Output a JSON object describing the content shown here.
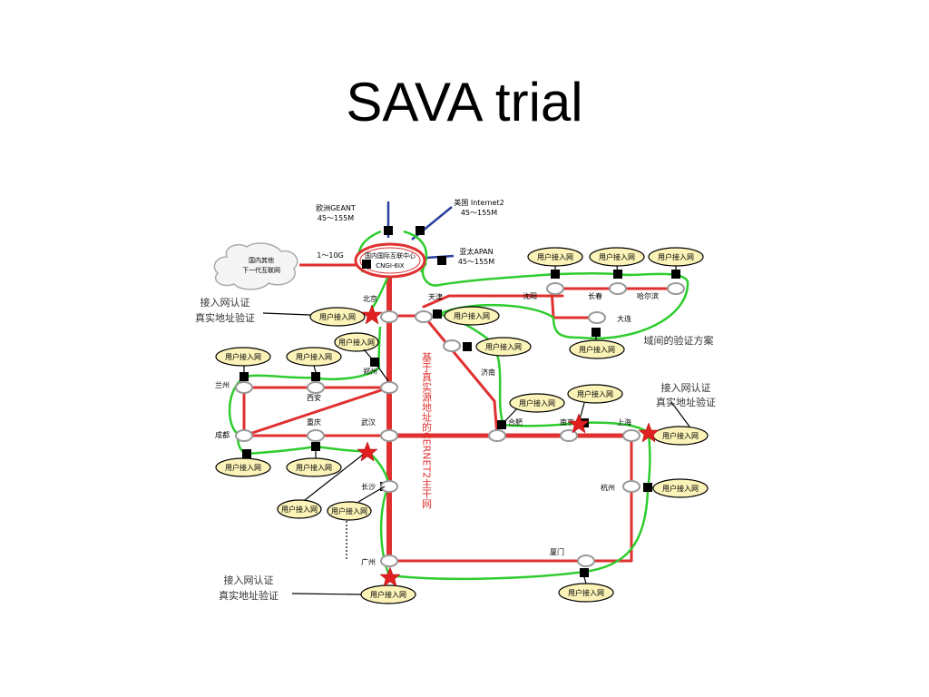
{
  "slide": {
    "title": "SAVA trial"
  },
  "nodes": {
    "beijing": "北京",
    "tianjin": "天津",
    "shenyang": "沈阳",
    "changchun": "长春",
    "harbin": "哈尔滨",
    "dalian": "大连",
    "jinan": "济南",
    "zhengzhou": "郑州",
    "xian": "西安",
    "lanzhou": "兰州",
    "chengdu": "成都",
    "chongqing": "重庆",
    "wuhan": "武汉",
    "hefei": "合肥",
    "nanjing": "南京",
    "shanghai": "上海",
    "hangzhou": "杭州",
    "changsha": "长沙",
    "xiamen": "厦门",
    "guangzhou": "广州"
  },
  "external": {
    "geant": [
      "欧洲GEANT",
      "45～155M"
    ],
    "internet2": [
      "美国 Internet2",
      "45～155M"
    ],
    "apan": [
      "亚太APAN",
      "45～155M"
    ],
    "cloud": [
      "国内其他",
      "下一代互联网"
    ],
    "cloud_link": "1～10G",
    "ix": [
      "国内国际互联中心",
      "CNGI-6IX"
    ]
  },
  "access_net_label": "用户接入网",
  "annotations": {
    "access_auth": [
      "接入网认证",
      "真实地址验证"
    ],
    "inter_domain": "域间的验证方案",
    "backbone_vertical": "基于真实源地址的CERNET2主干网"
  },
  "colors": {
    "backbone": "#e03030",
    "sava_link": "#2ecc2e",
    "intl_link": "#2a3f9e",
    "access_fill": "#fbf3b8",
    "star": "#e02020"
  }
}
